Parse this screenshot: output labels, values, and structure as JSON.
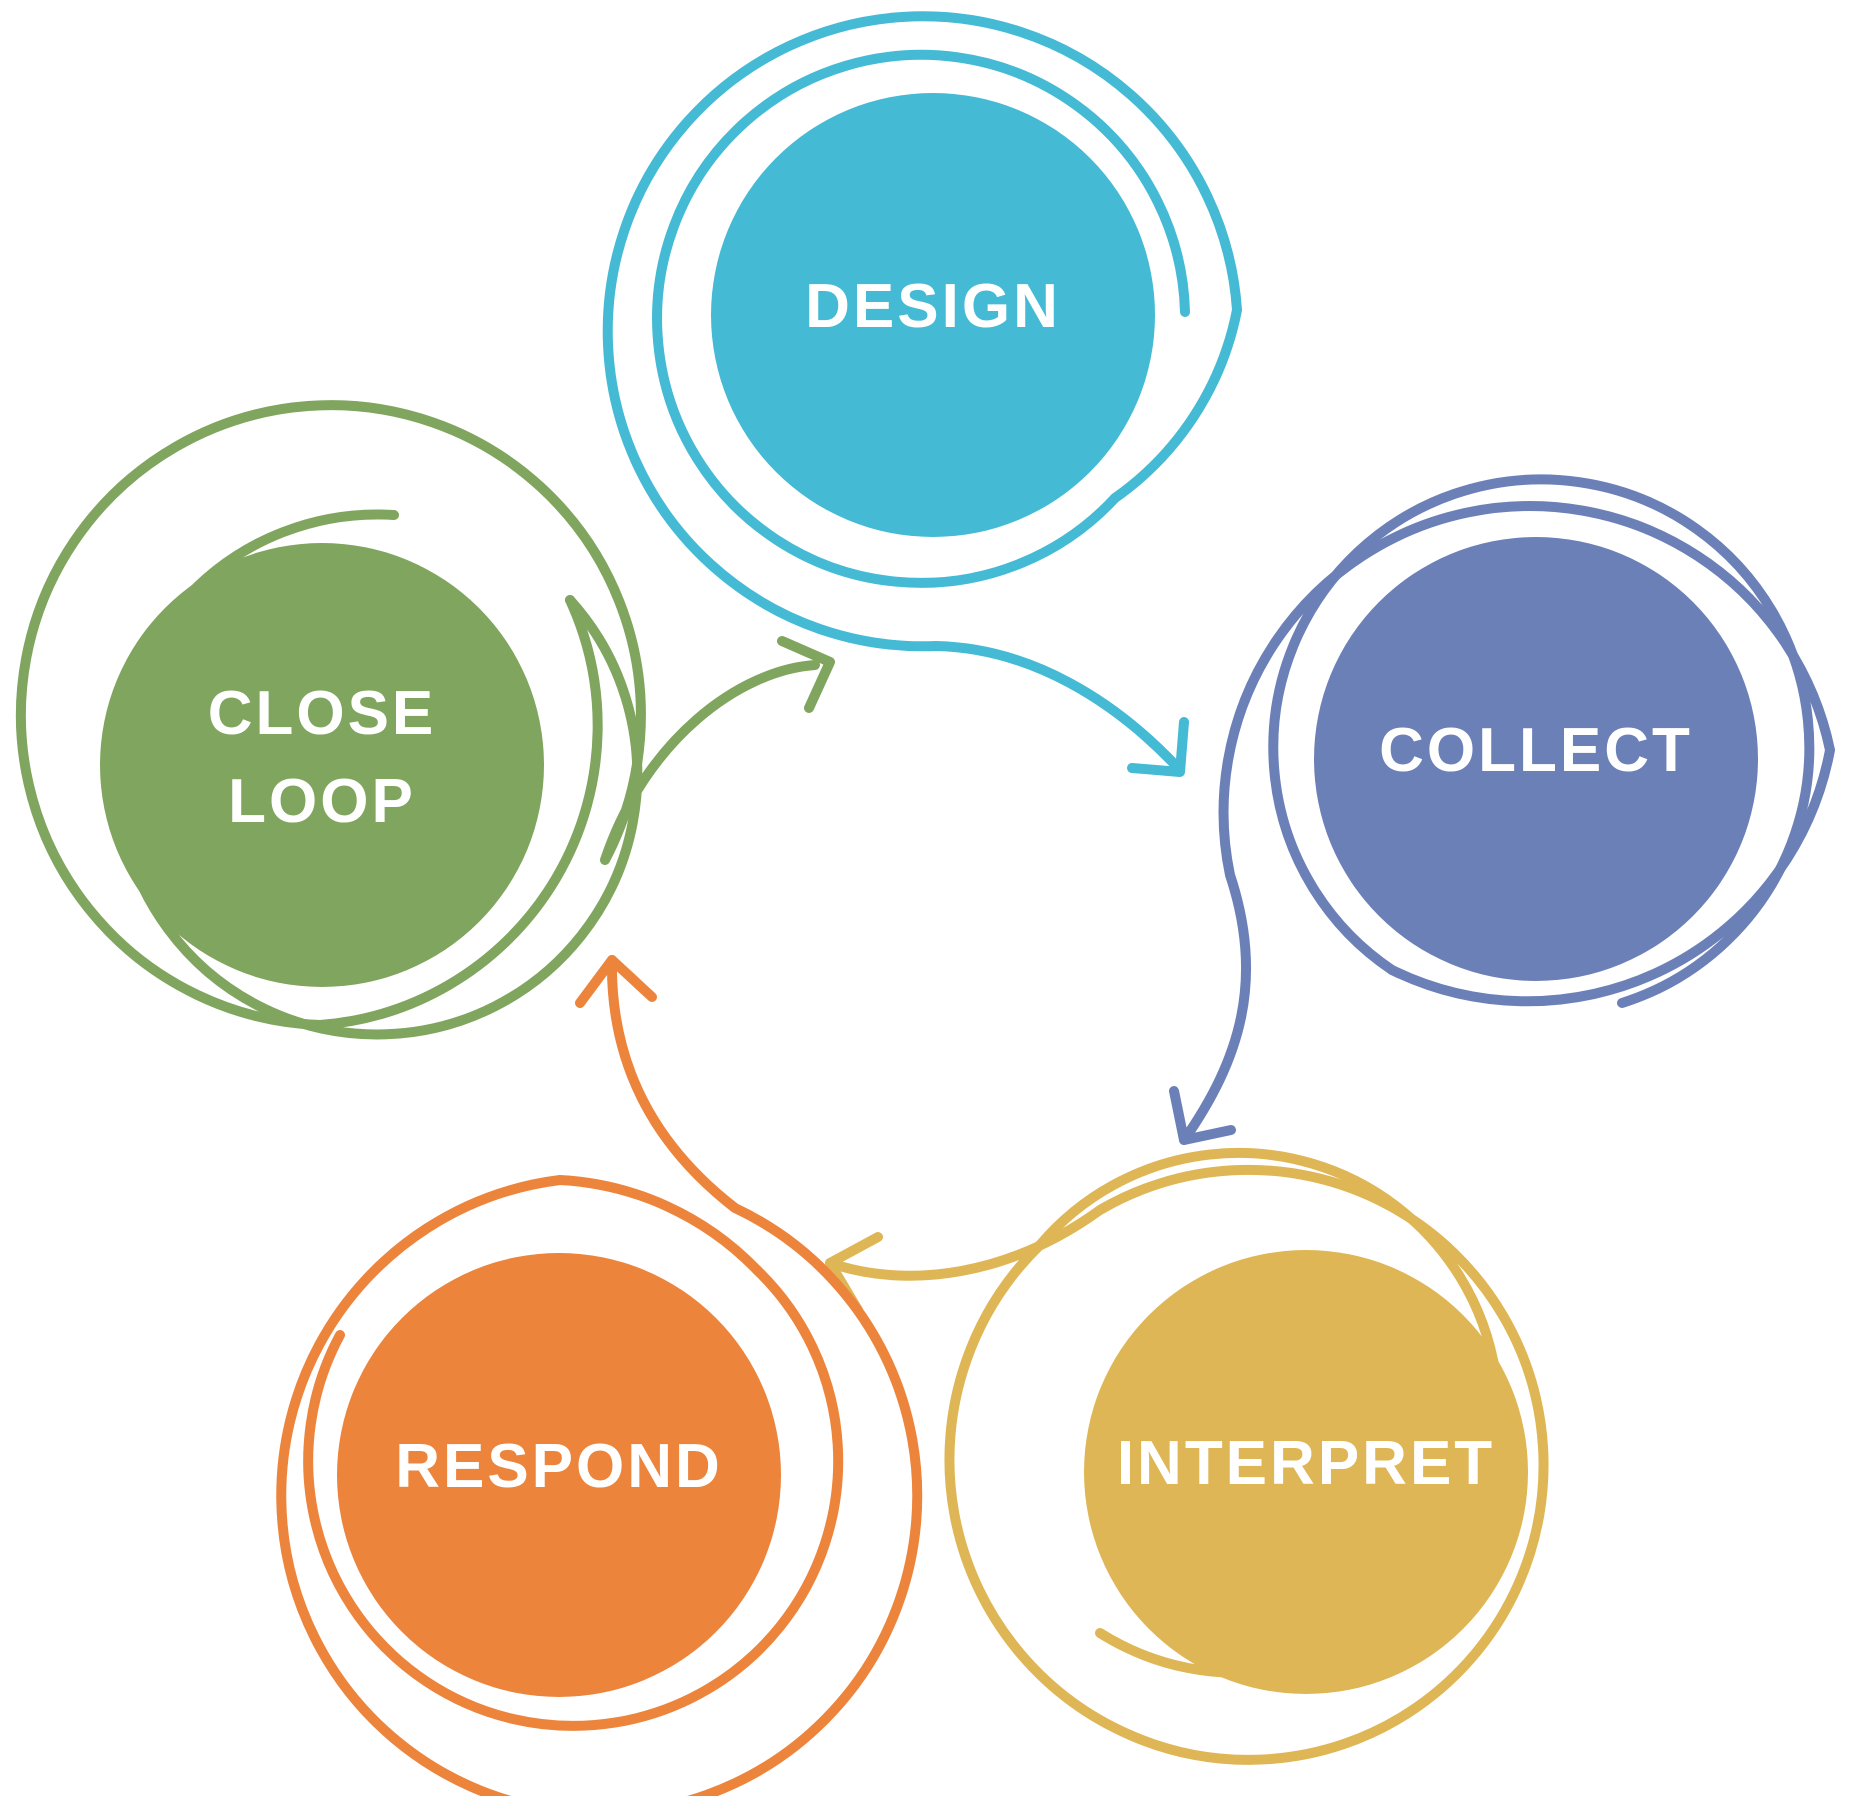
{
  "stages": [
    {
      "id": "design",
      "lines": [
        "DESIGN"
      ],
      "color": "#44BAD4"
    },
    {
      "id": "collect",
      "lines": [
        "COLLECT"
      ],
      "color": "#6C80B8"
    },
    {
      "id": "interpret",
      "lines": [
        "INTERPRET"
      ],
      "color": "#DFB655"
    },
    {
      "id": "respond",
      "lines": [
        "RESPOND"
      ],
      "color": "#EC843C"
    },
    {
      "id": "close-loop",
      "lines": [
        "CLOSE",
        "LOOP"
      ],
      "color": "#80A55E"
    }
  ]
}
